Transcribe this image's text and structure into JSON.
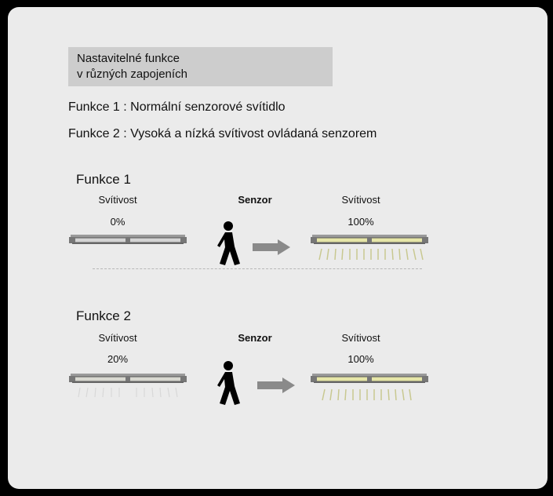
{
  "header": {
    "line1": "Nastavitelné funkce",
    "line2": "v různých zapojeních"
  },
  "functions": [
    "Funkce 1 : Normální senzorové svítidlo",
    "Funkce 2 : Vysoká a nízká svítivost ovládaná senzorem"
  ],
  "diagrams": [
    {
      "title": "Funkce 1",
      "left_label": "Svítivost",
      "left_value": "0%",
      "sensor_label": "Senzor",
      "right_label": "Svítivost",
      "right_value": "100%"
    },
    {
      "title": "Funkce 2",
      "left_label": "Svítivost",
      "left_value": "20%",
      "sensor_label": "Senzor",
      "right_label": "Svítivost",
      "right_value": "100%"
    }
  ],
  "colors": {
    "panel": "#ebebeb",
    "header_box": "#cdcdcd",
    "arrow": "#8a8a8a",
    "lamp_glow": "#d8d89a"
  },
  "icons": [
    "walking-person-icon",
    "arrow-right-icon",
    "light-fixture-icon"
  ]
}
